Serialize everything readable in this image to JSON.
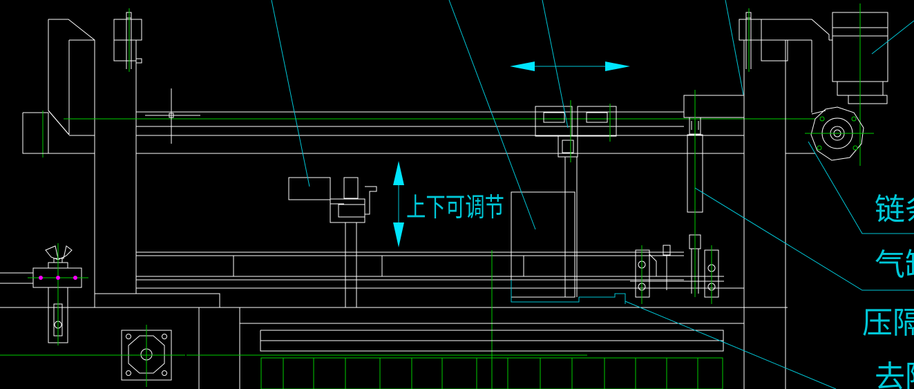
{
  "colors": {
    "background": "#000000",
    "outline": "#ffffff",
    "centerline": "#00d000",
    "leader": "#00c8d8",
    "marker": "#ff00ff"
  },
  "annotations": {
    "adjust_text": "上下可调节",
    "label_chain": "链条",
    "label_cylinder": "气缸",
    "label_press": "压隔板",
    "label_remove": "去隔板"
  }
}
